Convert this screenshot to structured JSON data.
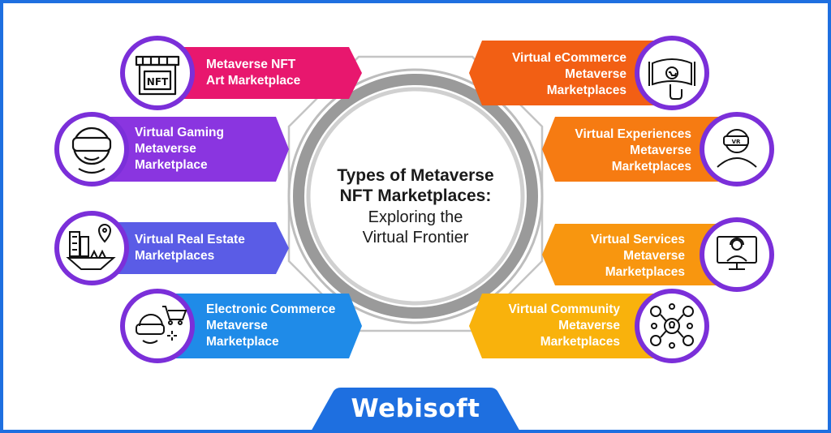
{
  "center": {
    "title": "Types of Metaverse\nNFT Marketplaces:",
    "subtitle": "Exploring the\nVirtual Frontier"
  },
  "items": [
    {
      "label": "Metaverse NFT\nArt Marketplace",
      "icon": "nft-storefront-icon",
      "color": "#e8176e"
    },
    {
      "label": "Virtual Gaming\nMetaverse\nMarketplace",
      "icon": "vr-headset-user-icon",
      "color": "#8a35e0"
    },
    {
      "label": "Virtual Real Estate\nMarketplaces",
      "icon": "city-location-icon",
      "color": "#5a5ce6"
    },
    {
      "label": "Electronic Commerce\nMetaverse\nMarketplace",
      "icon": "vr-shopping-cart-icon",
      "color": "#1f8be8"
    },
    {
      "label": "Virtual eCommerce\nMetaverse\nMarketplaces",
      "icon": "virtual-shopping-screen-icon",
      "color": "#f25f14"
    },
    {
      "label": "Virtual Experiences\nMetaverse\nMarketplaces",
      "icon": "vr-person-icon",
      "color": "#f67b12"
    },
    {
      "label": "Virtual Services\nMetaverse\nMarketplaces",
      "icon": "support-agent-monitor-icon",
      "color": "#f8960f"
    },
    {
      "label": "Virtual Community\nMetaverse\nMarketplaces",
      "icon": "community-network-icon",
      "color": "#f9b20c"
    }
  ],
  "brand": {
    "name": "Webisoft",
    "color": "#1e6fe0"
  },
  "colors": {
    "ring_outer": "#9a9a9a",
    "ring_inner": "#c8c8c8",
    "icon_ring": "#7b2fd9",
    "octagon_line": "#c4c4c4"
  }
}
